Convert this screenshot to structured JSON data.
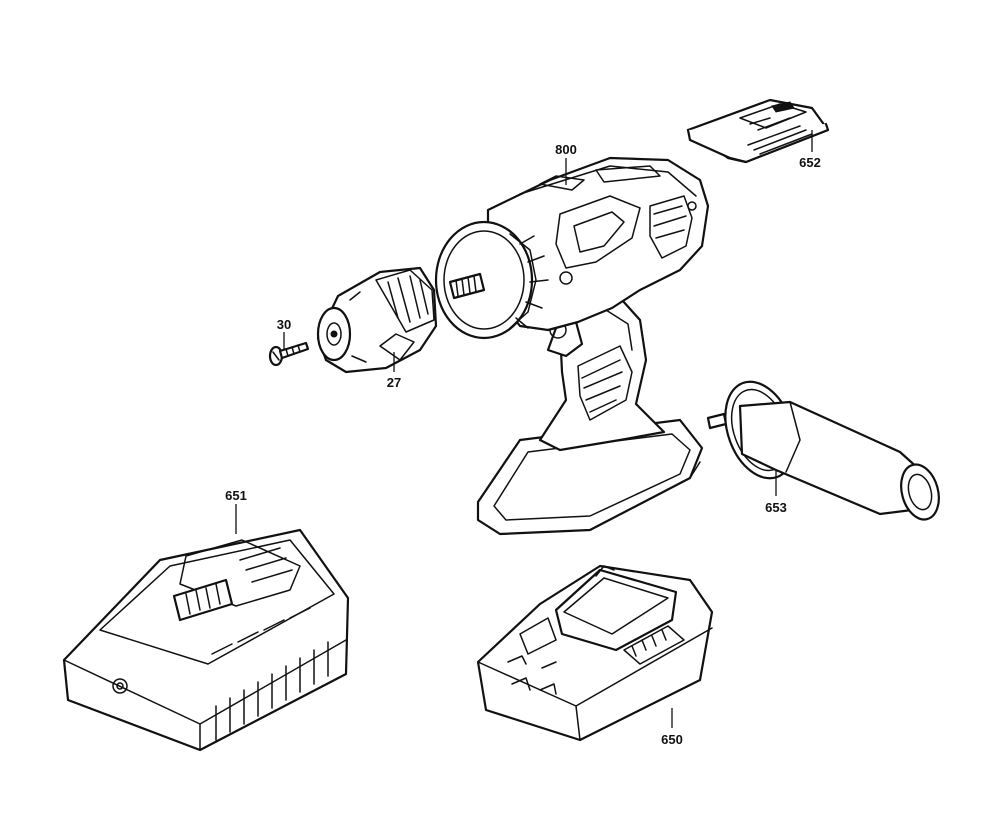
{
  "parts": {
    "drill_body": {
      "label": "800"
    },
    "belt_clip": {
      "label": "652"
    },
    "screw": {
      "label": "30"
    },
    "chuck": {
      "label": "27"
    },
    "charger": {
      "label": "651"
    },
    "side_handle": {
      "label": "653"
    },
    "battery": {
      "label": "650"
    }
  }
}
